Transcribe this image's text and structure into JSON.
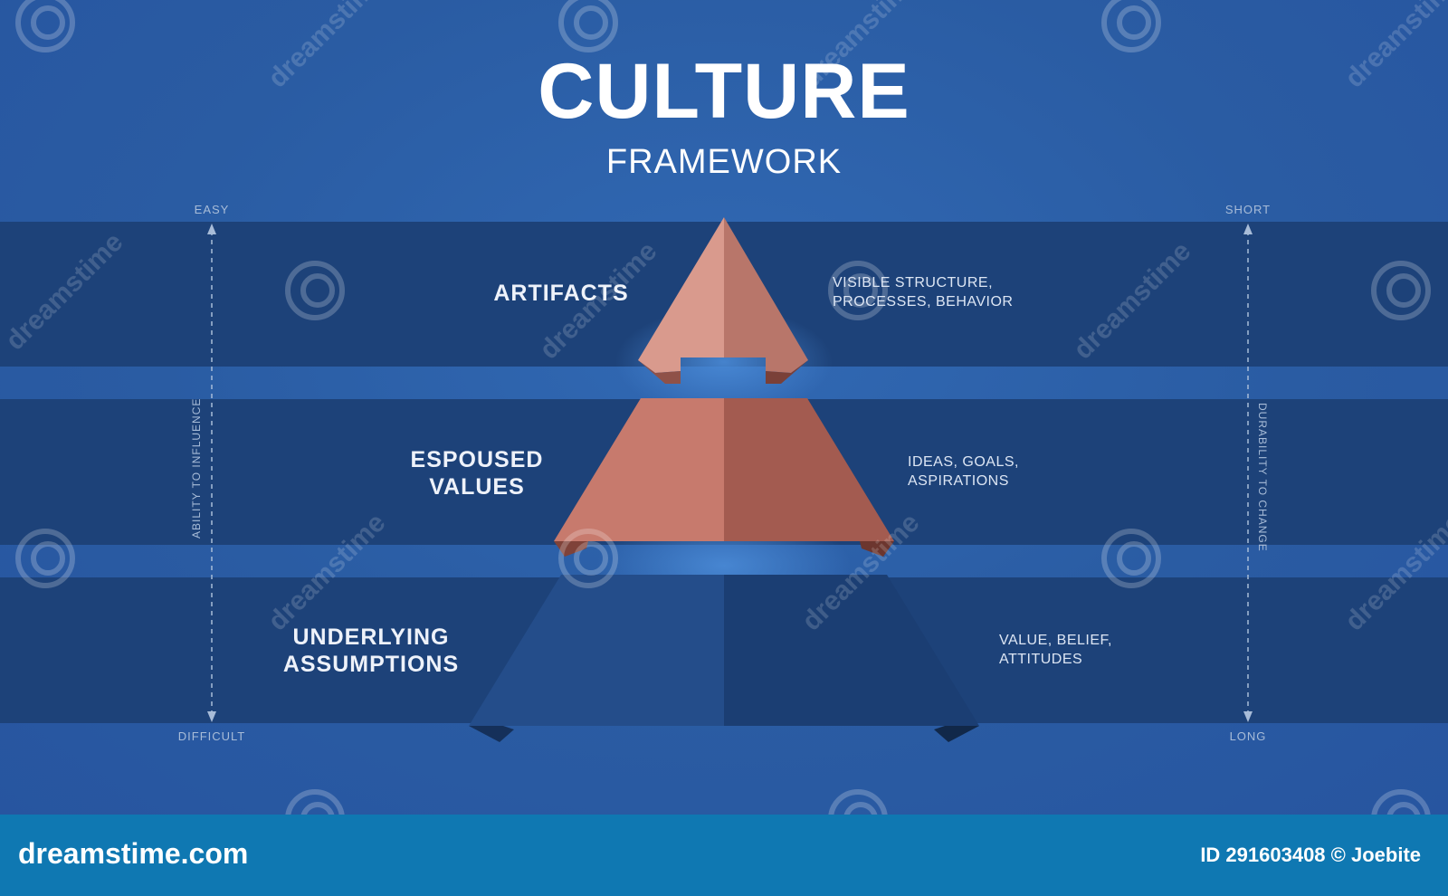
{
  "header": {
    "title": "CULTURE",
    "subtitle": "FRAMEWORK"
  },
  "levels": [
    {
      "label_lines": [
        "ARTIFACTS"
      ],
      "description_lines": [
        "VISIBLE STRUCTURE,",
        "PROCESSES, BEHAVIOR"
      ],
      "color": "#c9867a"
    },
    {
      "label_lines": [
        "ESPOUSED",
        "VALUES"
      ],
      "description_lines": [
        "IDEAS, GOALS,",
        "ASPIRATIONS"
      ],
      "color": "#b5675c"
    },
    {
      "label_lines": [
        "UNDERLYING",
        "ASSUMPTIONS"
      ],
      "description_lines": [
        "VALUE, BELIEF,",
        "ATTITUDES"
      ],
      "color": "#1e4680"
    }
  ],
  "left_axis": {
    "top_label": "EASY",
    "bottom_label": "DIFFICULT",
    "title": "ABILITY TO INFLUENCE"
  },
  "right_axis": {
    "top_label": "SHORT",
    "bottom_label": "LONG",
    "title": "DURABILITY TO CHANGE"
  },
  "watermark": {
    "text": "dreamstime",
    "icon": "spiral-logo-icon"
  },
  "footer": {
    "brand": "dreamstime.com",
    "credit": "ID 291603408 © Joebite"
  },
  "colors": {
    "background": "#2b5ea6",
    "band": "#1d4279",
    "footer": "#0f78b2"
  }
}
